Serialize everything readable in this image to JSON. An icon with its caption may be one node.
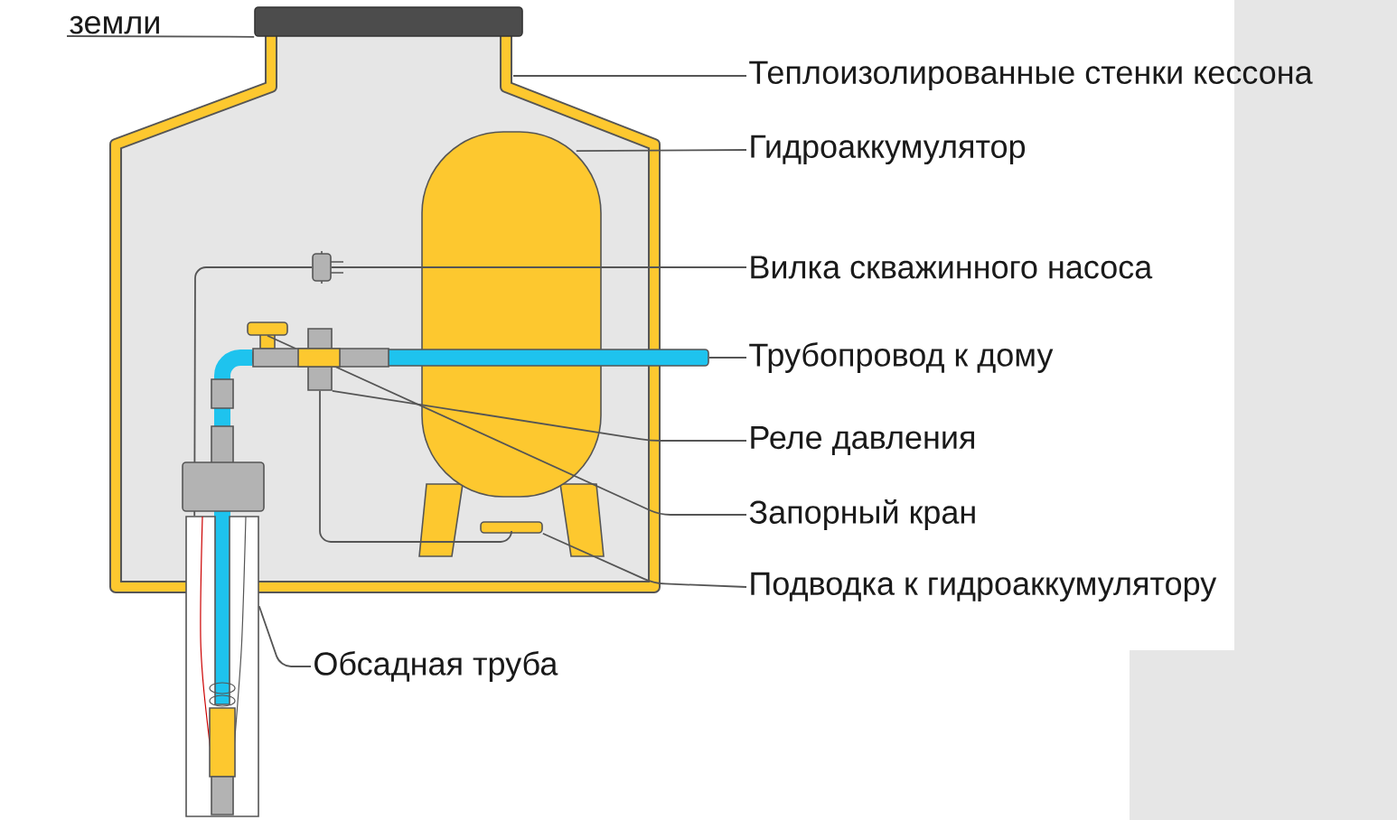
{
  "diagram": {
    "nodes": [
      {
        "text": [
          "земли"
        ]
      },
      {
        "text": [],
        "shape": "bar"
      },
      {
        "text": [
          "Теплоизолированные стенки кессона"
        ]
      },
      {
        "text": [
          "Гидроаккумулятор"
        ]
      },
      {
        "text": [],
        "shape": "cylinder"
      },
      {
        "text": [
          "Вилка скважинного насоса"
        ]
      },
      {
        "text": [],
        "shape": "picture"
      },
      {
        "text": [
          "Трубопровод к дому"
        ]
      },
      {
        "text": [],
        "shape": "bar"
      },
      {
        "text": [
          "Реле давления"
        ]
      },
      {
        "text": [],
        "shape": "box"
      },
      {
        "text": [
          "Запорный кран"
        ]
      },
      {
        "text": [],
        "shape": "picture"
      },
      {
        "text": [
          "Подводка к гидроаккумулятору"
        ]
      },
      {
        "text": [],
        "shape": "bar"
      },
      {
        "text": [
          "Обсадная труба"
        ]
      },
      {
        "text": [],
        "shape": "cylinder"
      }
    ],
    "edges": [
      {
        "from": 0,
        "to": 1,
        "arrow": "none"
      },
      {
        "from": 2,
        "to": null,
        "arrow": "none"
      },
      {
        "from": 3,
        "to": 4,
        "arrow": "none"
      },
      {
        "from": 5,
        "to": 6,
        "arrow": "none"
      },
      {
        "from": 7,
        "to": 8,
        "arrow": "none"
      },
      {
        "from": 9,
        "to": 10,
        "arrow": "none"
      },
      {
        "from": 11,
        "to": 12,
        "arrow": "none"
      },
      {
        "from": 13,
        "to": 14,
        "arrow": "none"
      },
      {
        "from": 15,
        "to": 16,
        "arrow": "none"
      },
      {
        "from": 16,
        "to": 8,
        "arrow": "none",
        "style": "thick",
        "color": "#1ec3ee"
      },
      {
        "from": 6,
        "to": 16,
        "arrow": "none"
      },
      {
        "from": 10,
        "to": 14,
        "arrow": "none"
      }
    ]
  }
}
